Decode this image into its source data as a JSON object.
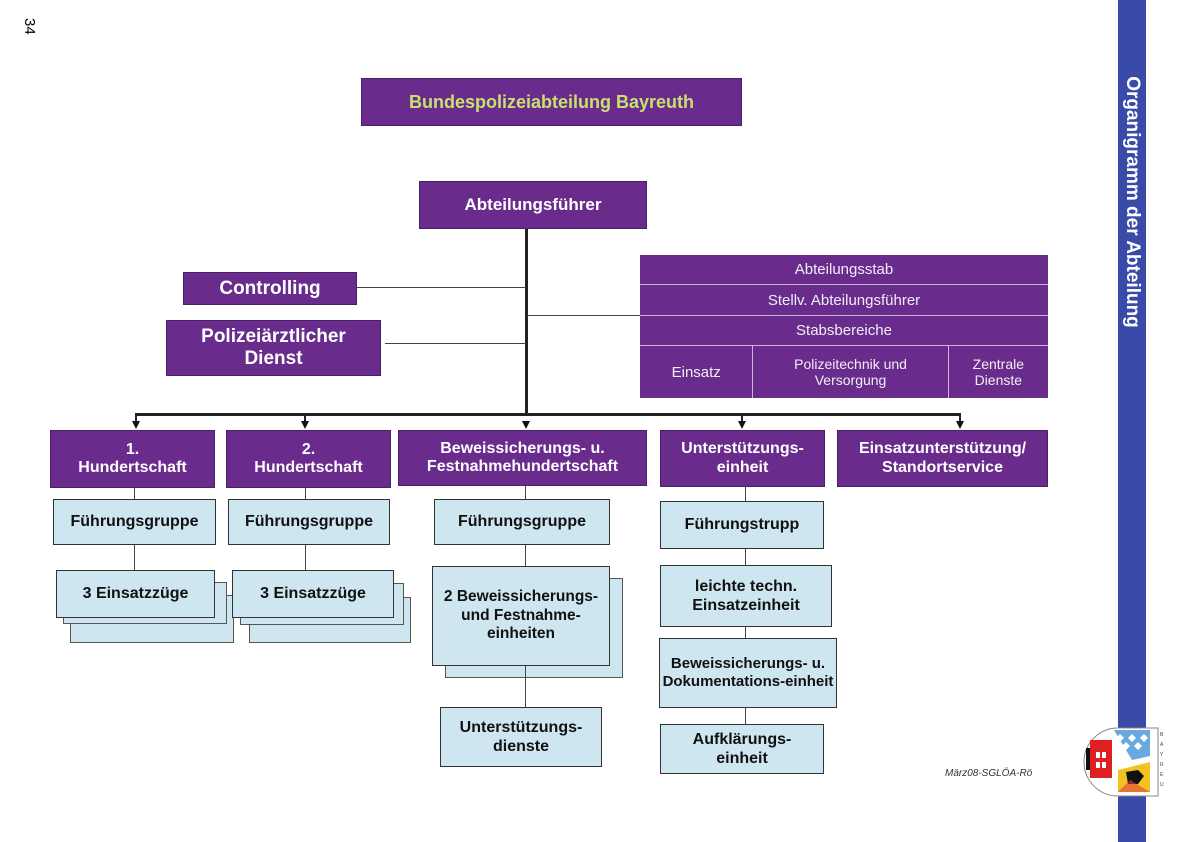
{
  "page_number": "34",
  "side_banner": {
    "text": "Organigramm der Abteilung",
    "color": "#3a4aa8"
  },
  "colors": {
    "unit_box": "#6a2c8c",
    "sub_box": "#cde6f0",
    "title_text": "#c8e070"
  },
  "title": "Bundespolizeiabteilung Bayreuth",
  "head": "Abteilungsführer",
  "support": {
    "controlling": "Controlling",
    "medical": "Polizeiärztlicher Dienst"
  },
  "staff": {
    "title": "Abteilungsstab",
    "deputy": "Stellv. Abteilungsführer",
    "areas_title": "Stabsbereiche",
    "areas": [
      "Einsatz",
      "Polizeitechnik und Versorgung",
      "Zentrale Dienste"
    ]
  },
  "units": [
    {
      "name_line1": "1.",
      "name_line2": "Hundertschaft",
      "sub": [
        "Führungsgruppe",
        "3 Einsatzzüge"
      ]
    },
    {
      "name_line1": "2.",
      "name_line2": "Hundertschaft",
      "sub": [
        "Führungsgruppe",
        "3 Einsatzzüge"
      ]
    },
    {
      "name_line1": "Beweissicherungs- u.",
      "name_line2": "Festnahmehundertschaft",
      "sub": [
        "Führungsgruppe",
        "2 Beweissicherungs- und Festnahme-einheiten",
        "Unterstützungs-dienste"
      ]
    },
    {
      "name_line1": "Unterstützungs-",
      "name_line2": "einheit",
      "sub": [
        "Führungstrupp",
        "leichte techn. Einsatzeinheit",
        "Beweissicherungs- u. Dokumentations-einheit",
        "Aufklärungs-einheit"
      ]
    },
    {
      "name_line1": "Einsatzunterstützung/",
      "name_line2": "Standortservice",
      "sub": []
    }
  ],
  "footer_code": "März08-SGLÖA-Rö"
}
